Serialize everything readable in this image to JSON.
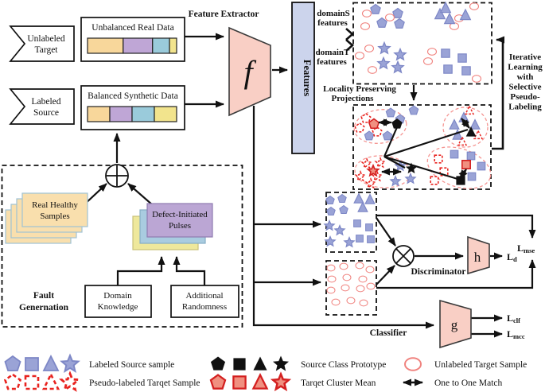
{
  "colors": {
    "source_blue": "#9aa3d6",
    "target_red": "#e8231f",
    "ellipse_red": "#f0837f",
    "trapezoid_pink": "#f9cfc5",
    "features_lavender": "#ccd4ec",
    "bar_orange": "#f8d79b",
    "bar_purple": "#bfa6d6",
    "bar_blue": "#9acbdb",
    "bar_yellow": "#f2e48d"
  },
  "pipeline": {
    "feature_extractor_label": "Feature Extractor",
    "f_symbol": "f",
    "features_label": "Features",
    "unlabeled_target": [
      "Unlabeled",
      "Target"
    ],
    "labeled_source": [
      "Labeled",
      "Source"
    ],
    "unbalanced_title": "Unbalanced Real Data",
    "balanced_title": "Balanced Synthetic Data",
    "unbalanced_segments": [
      {
        "color": "#f8d79b",
        "pct": 40
      },
      {
        "color": "#bfa6d6",
        "pct": 33
      },
      {
        "color": "#9acbdb",
        "pct": 19
      },
      {
        "color": "#f2e48d",
        "pct": 8
      }
    ],
    "balanced_segments": [
      {
        "color": "#f8d79b",
        "pct": 25
      },
      {
        "color": "#bfa6d6",
        "pct": 25
      },
      {
        "color": "#9acbdb",
        "pct": 25
      },
      {
        "color": "#f2e48d",
        "pct": 25
      }
    ]
  },
  "fault_generation": {
    "title": [
      "Fault",
      "Genernation"
    ],
    "real_healthy": [
      "Real Healthy",
      "Samples"
    ],
    "defect_pulses": [
      "Defect-Initiated",
      "Pulses"
    ],
    "domain_knowledge": [
      "Domain",
      "Knowledge"
    ],
    "additional_randomness": [
      "Additional",
      "Randomness"
    ]
  },
  "projection": {
    "domain_s": [
      "domainS",
      "features"
    ],
    "domain_t": [
      "domainT",
      "features"
    ],
    "lpp": [
      "Locality Preserving",
      "Projections"
    ],
    "iterative": [
      "Iterative",
      "Learning",
      "with",
      "Selective",
      "Pseudo-",
      "Labeling"
    ]
  },
  "heads": {
    "discriminator": "Discriminator",
    "classifier": "Classifier",
    "h_symbol": "h",
    "g_symbol": "g"
  },
  "losses": {
    "ld": [
      "L",
      "d"
    ],
    "lmse": [
      "L",
      "mse"
    ],
    "lclf": [
      "L",
      "clf"
    ],
    "lmcc": [
      "L",
      "mcc"
    ]
  },
  "legend": {
    "labeled_source": "Labeled Source sample",
    "source_prototype": "Source Class Prototype",
    "unlabeled_target": "Unlabeled Target Sample",
    "pseudo_labeled": "Pseudo-labeled Tarqet Sample",
    "cluster_mean": "Tarqet Cluster Mean",
    "one_to_one": "One to One Match"
  }
}
